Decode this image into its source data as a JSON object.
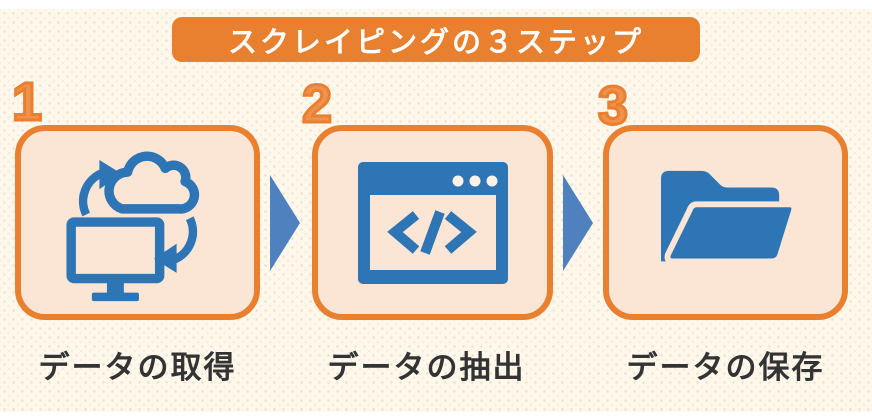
{
  "title": "スクレイピングの３ステップ",
  "steps": [
    {
      "number": "1",
      "label": "データの取得",
      "icon": "cloud-computer-sync-icon"
    },
    {
      "number": "2",
      "label": "データの抽出",
      "icon": "browser-code-icon"
    },
    {
      "number": "3",
      "label": "データの保存",
      "icon": "open-folder-icon"
    }
  ],
  "colors": {
    "accent_orange": "#e8802f",
    "number_fill_orange": "#f0914e",
    "box_fill_peach": "#fbe5d5",
    "background_cream": "#fdf8eb",
    "icon_blue": "#2e75b6",
    "arrow_blue": "#4e81bd",
    "label_text": "#333333",
    "title_text": "#ffffff",
    "outer_margin": "#ffffff"
  }
}
